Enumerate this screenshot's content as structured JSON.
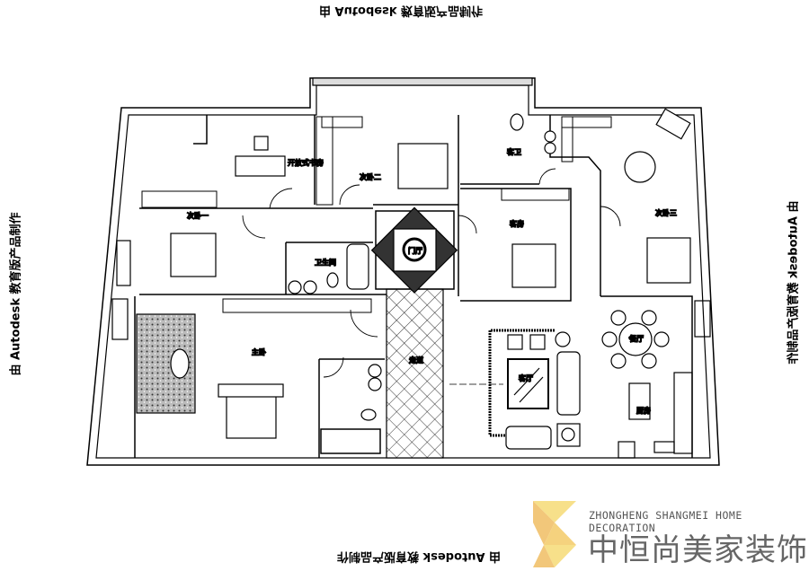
{
  "watermark": "由 Autodesk 教育版产品制作",
  "rooms": {
    "study": "开放式书房",
    "bedroom2": "次卧二",
    "bedroom1": "次卧一",
    "bathroom": "卫生间",
    "foyer": "门厅",
    "guest_bath": "客卫",
    "guest_room": "客房",
    "bedroom3": "次卧三",
    "master": "主卧",
    "corridor": "走道",
    "living": "客厅",
    "dining": "餐厅",
    "kitchen": "厨房"
  },
  "logo": {
    "english": "ZHONGHENG SHANGMEI HOME DECORATION",
    "chinese": "中恒尚美家装饰",
    "colors": [
      "#f7e08a",
      "#f2c77a",
      "#f5d27e"
    ]
  }
}
